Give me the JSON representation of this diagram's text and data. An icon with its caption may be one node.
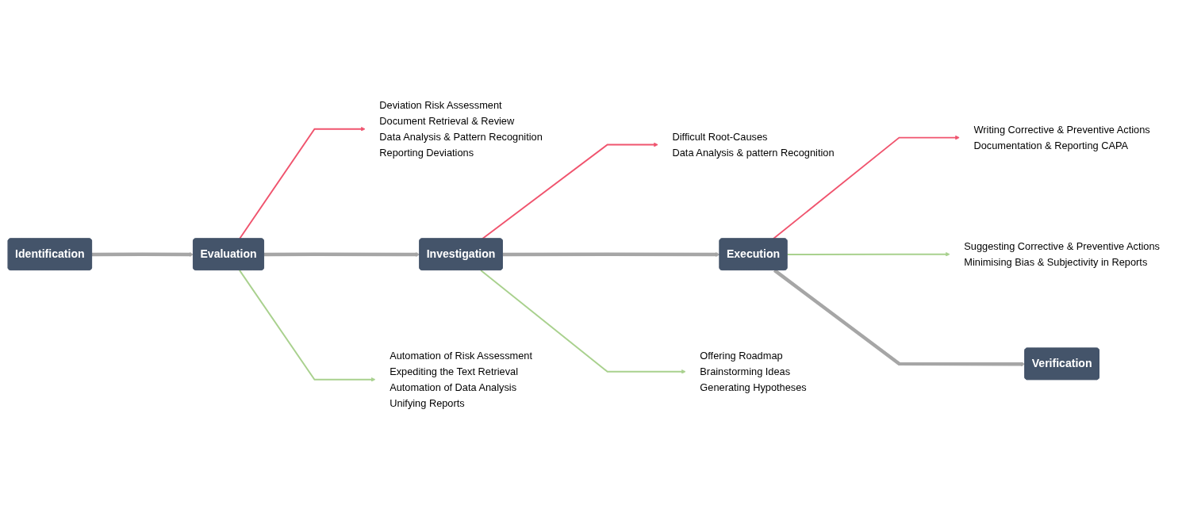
{
  "diagram": {
    "nodes": [
      {
        "text": [
          "Identification"
        ]
      },
      {
        "text": [
          "Evaluation"
        ]
      },
      {
        "text": [
          "Deviation Risk Assessment",
          "Document Retrieval & Review",
          "Data Analysis & Pattern Recognition",
          "Reporting Deviations"
        ]
      },
      {
        "text": [
          "Automation of Risk Assessment",
          "Expediting the Text Retrieval",
          "Automation of Data Analysis",
          "Unifying Reports"
        ]
      },
      {
        "text": [
          "Investigation"
        ]
      },
      {
        "text": [
          "Difficult Root-Causes",
          "Data Analysis & pattern Recognition"
        ]
      },
      {
        "text": [
          "Offering Roadmap",
          "Brainstorming Ideas",
          "Generating Hypotheses"
        ]
      },
      {
        "text": [
          "Execution"
        ]
      },
      {
        "text": [
          "Writing Corrective & Preventive Actions",
          "Documentation & Reporting CAPA"
        ]
      },
      {
        "text": [
          "Suggesting Corrective & Preventive Actions",
          "Minimising Bias & Subjectivity in Reports"
        ]
      },
      {
        "text": [
          "Verification"
        ]
      }
    ],
    "edges": [
      {
        "from": 0,
        "to": 1,
        "arrow": "to",
        "style": "thick"
      },
      {
        "from": 1,
        "to": 2,
        "arrow": "to",
        "color": "#f0546e"
      },
      {
        "from": 1,
        "to": 3,
        "arrow": "to",
        "color": "#a9d18e"
      },
      {
        "from": 1,
        "to": 4,
        "arrow": "to",
        "style": "thick"
      },
      {
        "from": 4,
        "to": 5,
        "arrow": "to",
        "color": "#f0546e"
      },
      {
        "from": 4,
        "to": 6,
        "arrow": "to",
        "color": "#a9d18e"
      },
      {
        "from": 4,
        "to": 7,
        "arrow": "to",
        "style": "thick"
      },
      {
        "from": 7,
        "to": 8,
        "arrow": "to",
        "color": "#f0546e"
      },
      {
        "from": 7,
        "to": 9,
        "arrow": "to",
        "color": "#a9d18e"
      },
      {
        "from": 7,
        "to": 10,
        "arrow": "to",
        "style": "thick"
      }
    ]
  }
}
